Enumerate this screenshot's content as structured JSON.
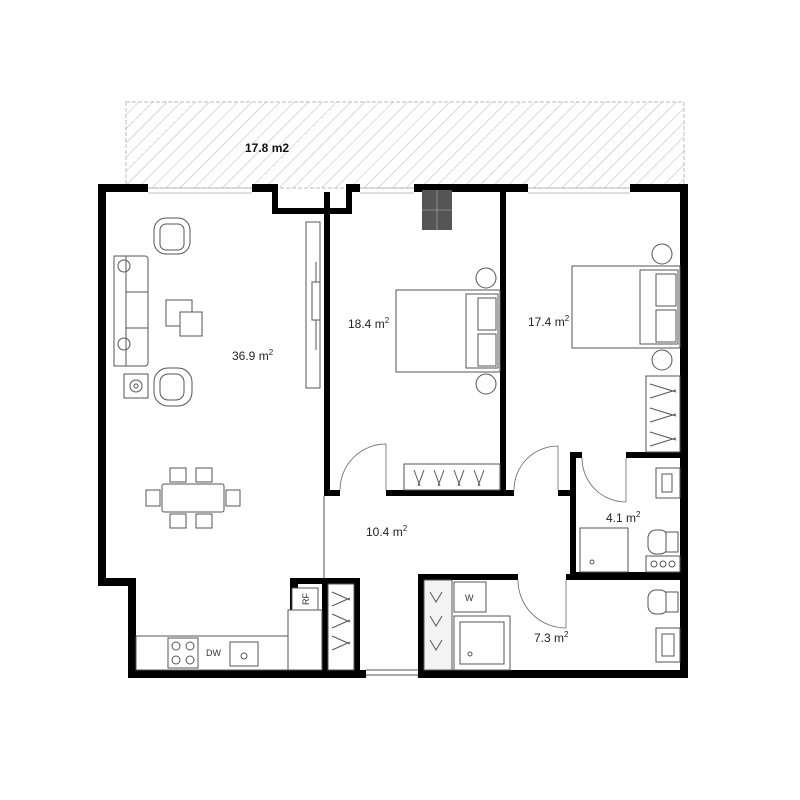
{
  "floorplan": {
    "balcony": {
      "area_label": "17.8 m2"
    },
    "rooms": [
      {
        "id": "living",
        "area": "36.9 m",
        "unit_sup": "2"
      },
      {
        "id": "bedroom-1",
        "area": "18.4 m",
        "unit_sup": "2"
      },
      {
        "id": "bedroom-2",
        "area": "17.4 m",
        "unit_sup": "2"
      },
      {
        "id": "hall",
        "area": "10.4 m",
        "unit_sup": "2"
      },
      {
        "id": "bathroom-small",
        "area": "4.1 m",
        "unit_sup": "2"
      },
      {
        "id": "bathroom-large",
        "area": "7.3 m",
        "unit_sup": "2"
      }
    ],
    "appliances": {
      "fridge": "RF",
      "dishwasher": "DW",
      "washer": "W"
    }
  }
}
